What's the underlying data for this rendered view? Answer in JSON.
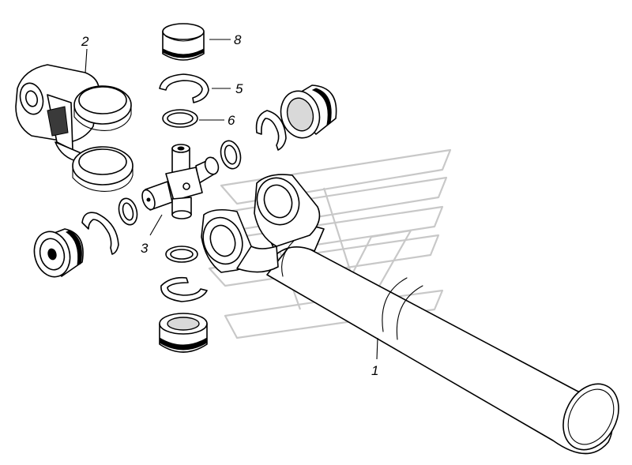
{
  "callouts": {
    "shaft": "1",
    "yoke": "2",
    "cross": "3",
    "snap_ring": "5",
    "seal_ring": "6",
    "bearing_cup": "8"
  },
  "colors": {
    "ink": "#000000",
    "paper": "#ffffff",
    "watermark": "#c8c8c8"
  }
}
